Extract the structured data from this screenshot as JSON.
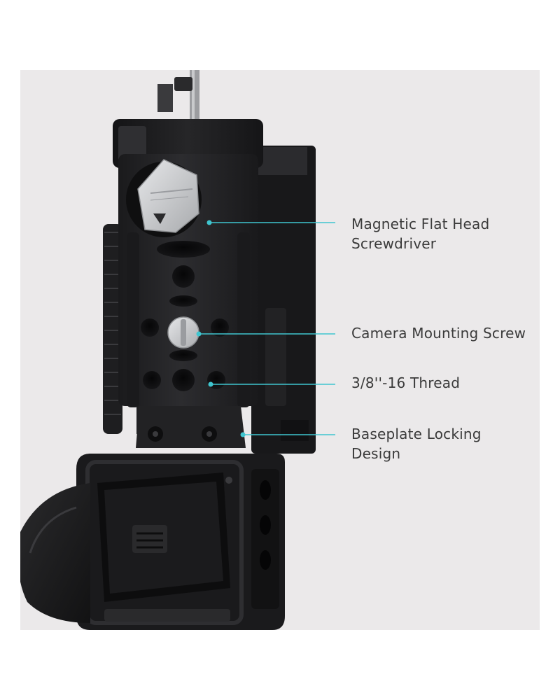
{
  "callouts": [
    {
      "id": "screwdriver",
      "label": "Magnetic Flat Head\nScrewdriver"
    },
    {
      "id": "mounting-screw",
      "label": "Camera Mounting Screw"
    },
    {
      "id": "thread",
      "label": "3/8''-16 Thread"
    },
    {
      "id": "locking",
      "label": "Baseplate Locking\nDesign"
    }
  ],
  "colors": {
    "background": "#ebe9ea",
    "leader_line": "#3fc5cf",
    "label_text": "#3a3a3a",
    "cage_black": "#1c1c1e",
    "screwdriver_silver": "#cfd0d2"
  }
}
